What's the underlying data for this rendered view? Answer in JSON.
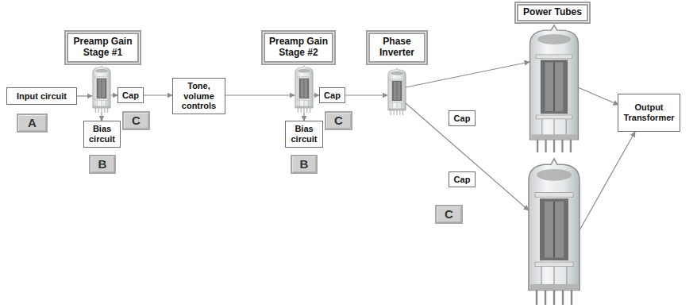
{
  "diagram": {
    "nodes": [
      {
        "text": [
          "Preamp Gain Stage #1"
        ]
      },
      {
        "text": [
          "Input circuit"
        ]
      },
      {
        "text": [
          "A"
        ]
      },
      {
        "text": [
          "Cap"
        ]
      },
      {
        "text": [
          "C"
        ]
      },
      {
        "text": [
          "Bias circuit"
        ]
      },
      {
        "text": [
          "B"
        ]
      },
      {
        "text": [
          "Tone, volume controls"
        ]
      },
      {
        "text": [
          "Preamp Gain Stage #2"
        ]
      },
      {
        "text": [
          "Cap"
        ]
      },
      {
        "text": [
          "C"
        ]
      },
      {
        "text": [
          "Bias circuit"
        ]
      },
      {
        "text": [
          "B"
        ]
      },
      {
        "text": [
          "Phase Inverter"
        ]
      },
      {
        "text": [
          "Cap"
        ]
      },
      {
        "text": [
          "Cap"
        ]
      },
      {
        "text": [
          "C"
        ]
      },
      {
        "text": [
          "Power Tubes"
        ]
      },
      {
        "text": [
          "Output Transformer"
        ]
      }
    ],
    "edges": [
      {
        "from": 3,
        "to": 7,
        "arrow": "to"
      }
    ]
  }
}
